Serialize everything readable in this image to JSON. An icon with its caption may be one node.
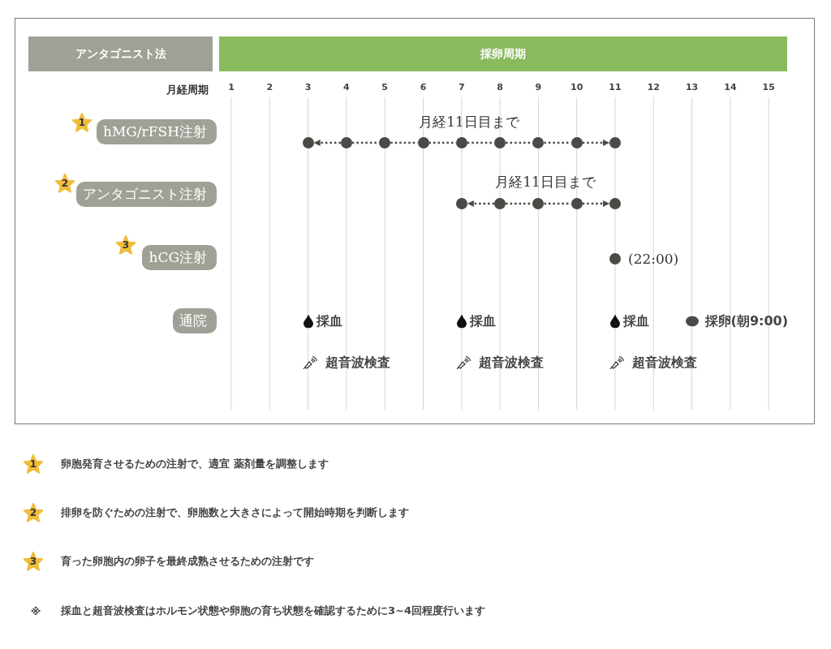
{
  "diagram": {
    "nodes": [
      {
        "text": [
          "アンタゴニスト法"
        ]
      },
      {
        "text": [
          "採卵周期"
        ]
      },
      {
        "text": [
          "hMG/rFSH注射"
        ]
      },
      {
        "text": [
          "アンタゴニスト注射"
        ]
      },
      {
        "text": [
          "hCG注射"
        ]
      },
      {
        "text": [
          "通院"
        ]
      },
      {
        "text": [],
        "shape": "circle"
      },
      {
        "text": [],
        "shape": "circle"
      },
      {
        "text": [],
        "shape": "circle"
      },
      {
        "text": [],
        "shape": "circle"
      },
      {
        "text": [],
        "shape": "circle"
      },
      {
        "text": [],
        "shape": "circle"
      },
      {
        "text": [],
        "shape": "circle"
      },
      {
        "text": [],
        "shape": "circle"
      },
      {
        "text": [],
        "shape": "circle"
      },
      {
        "text": [],
        "shape": "circle"
      },
      {
        "text": [],
        "shape": "circle"
      },
      {
        "text": [],
        "shape": "circle"
      },
      {
        "text": [],
        "shape": "circle"
      },
      {
        "text": [],
        "shape": "circle"
      },
      {
        "text": [],
        "shape": "circle",
        "beside": [
          "(22:00)"
        ]
      }
    ],
    "edges": [
      {
        "from": 7,
        "to": 6,
        "arrow": "to",
        "style": "dashed"
      },
      {
        "from": 7,
        "to": 8,
        "arrow": "none",
        "style": "dashed"
      },
      {
        "from": 8,
        "to": 9,
        "arrow": "none",
        "style": "dashed"
      },
      {
        "from": 9,
        "to": 10,
        "arrow": "none",
        "style": "dashed"
      },
      {
        "from": 10,
        "to": 11,
        "arrow": "none",
        "style": "dashed"
      },
      {
        "from": 11,
        "to": 12,
        "arrow": "none",
        "style": "dashed"
      },
      {
        "from": 12,
        "to": 13,
        "arrow": "none",
        "style": "dashed"
      },
      {
        "from": 13,
        "to": 14,
        "arrow": "to",
        "style": "dashed"
      },
      {
        "from": 16,
        "to": 15,
        "arrow": "to",
        "style": "dashed"
      },
      {
        "from": 16,
        "to": 17,
        "arrow": "none",
        "style": "dashed"
      },
      {
        "from": 17,
        "to": 18,
        "arrow": "none",
        "style": "dashed"
      },
      {
        "from": 18,
        "to": 19,
        "arrow": "to",
        "style": "dashed"
      }
    ],
    "labels": [
      "月経周期",
      "1",
      "2",
      "3",
      "4",
      "5",
      "6",
      "7",
      "8",
      "9",
      "10",
      "11",
      "12",
      "13",
      "14",
      "15",
      "1",
      "2",
      "3",
      "月経11日目まで",
      "月経11日目まで",
      "採血",
      "採血",
      "採血",
      "採卵(朝9:00)",
      "超音波検査",
      "超音波検査",
      "超音波検査",
      "1",
      "卵胞発育させるための注射で、適宜 薬剤量を調整します",
      "2",
      "排卵を防ぐための注射で、卵胞数と大きさによって開始時期を判断します",
      "3",
      "育った卵胞内の卵子を最終成熟させるための注射です",
      "※",
      "採血と超音波検査はホルモン状態や卵胞の育ち状態を確認するために3~4回程度行います"
    ]
  }
}
